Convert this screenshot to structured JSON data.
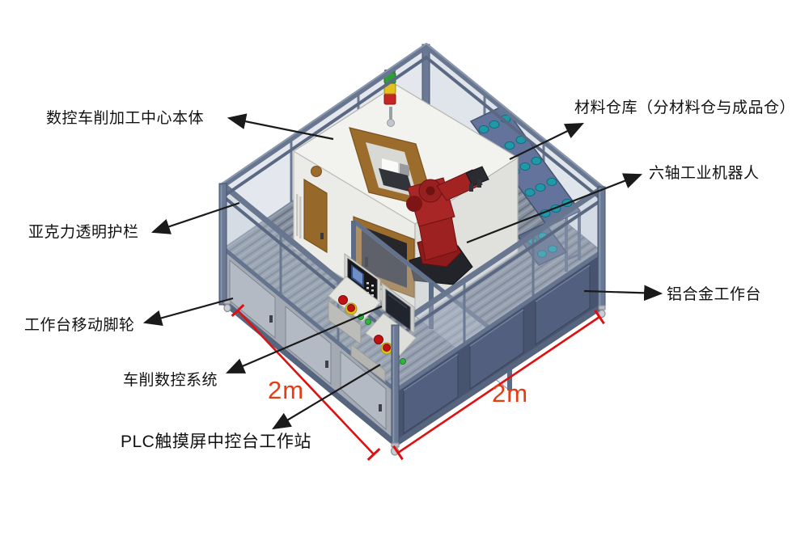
{
  "figure": {
    "type": "isometric-equipment-annotation-diagram",
    "background": "#ffffff"
  },
  "annotations": {
    "labels": [
      {
        "id": "cnc-machine-body",
        "text": "数控车削加工中心本体"
      },
      {
        "id": "material-warehouse",
        "text": "材料仓库（分材料仓与成品仓）"
      },
      {
        "id": "six-axis-robot",
        "text": "六轴工业机器人"
      },
      {
        "id": "acrylic-guard",
        "text": "亚克力透明护栏"
      },
      {
        "id": "workbench-casters",
        "text": "工作台移动脚轮"
      },
      {
        "id": "turning-cnc-system",
        "text": "车削数控系统"
      },
      {
        "id": "plc-touchscreen-console",
        "text": "PLC触摸屏中控台工作站"
      },
      {
        "id": "aluminum-workbench",
        "text": "铝合金工作台"
      }
    ],
    "dimensions": {
      "left": {
        "text": "2m"
      },
      "right": {
        "text": "2m"
      }
    }
  },
  "colors": {
    "annotation_text": "#111111",
    "leader_line": "#1a1a1a",
    "dimension_line": "#e01010",
    "dimension_text": "#e63c14",
    "frame": "#68778f",
    "acrylic": "#c3cdd9",
    "bench_panel_dark": "#47536f",
    "bench_panel_light": "#a3aab4",
    "deck": "#87919f",
    "machine_body": "#f2f2ef",
    "machine_accent": "#9c6c2c",
    "robot": "#a32323",
    "rack_shelf": "#64739b",
    "rack_items": "#1f98a8",
    "signal_green": "#2f9e38",
    "signal_yellow": "#e3c01e",
    "signal_red": "#c62525"
  }
}
